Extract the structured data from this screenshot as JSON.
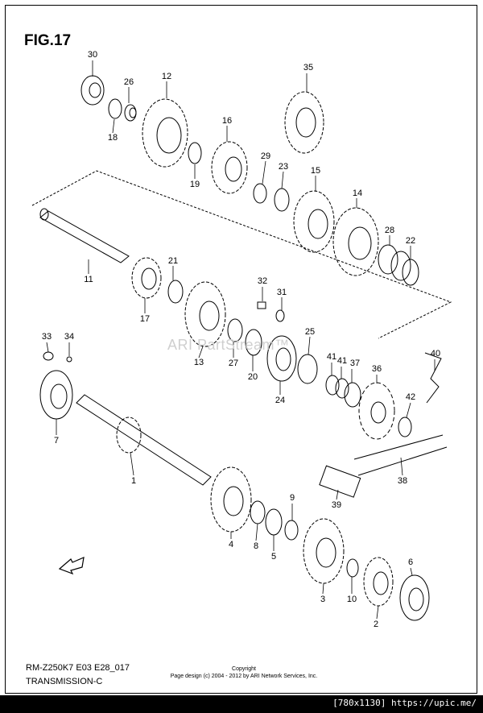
{
  "figure": {
    "title": "FIG.17"
  },
  "watermark": "ARI PartStream™",
  "footer": {
    "model": "RM-Z250K7 E03 E28_017",
    "section": "TRANSMISSION-C",
    "copyright_line1": "Copyright",
    "copyright_line2": "Page design (c) 2004 - 2012 by ARI Network Services, Inc.",
    "image_size_link": "[780x1130] https://upic.me/"
  },
  "callouts": [
    {
      "id": "30",
      "label": "30"
    },
    {
      "id": "26",
      "label": "26"
    },
    {
      "id": "12",
      "label": "12"
    },
    {
      "id": "18",
      "label": "18"
    },
    {
      "id": "35",
      "label": "35"
    },
    {
      "id": "16",
      "label": "16"
    },
    {
      "id": "19",
      "label": "19"
    },
    {
      "id": "29",
      "label": "29"
    },
    {
      "id": "23",
      "label": "23"
    },
    {
      "id": "15",
      "label": "15"
    },
    {
      "id": "14",
      "label": "14"
    },
    {
      "id": "28",
      "label": "28"
    },
    {
      "id": "22",
      "label": "22"
    },
    {
      "id": "11",
      "label": "11"
    },
    {
      "id": "21",
      "label": "21"
    },
    {
      "id": "17",
      "label": "17"
    },
    {
      "id": "32",
      "label": "32"
    },
    {
      "id": "31",
      "label": "31"
    },
    {
      "id": "25",
      "label": "25"
    },
    {
      "id": "13",
      "label": "13"
    },
    {
      "id": "27",
      "label": "27"
    },
    {
      "id": "20",
      "label": "20"
    },
    {
      "id": "24",
      "label": "24"
    },
    {
      "id": "33",
      "label": "33"
    },
    {
      "id": "34",
      "label": "34"
    },
    {
      "id": "41a",
      "label": "41"
    },
    {
      "id": "41b",
      "label": "41"
    },
    {
      "id": "37",
      "label": "37"
    },
    {
      "id": "36",
      "label": "36"
    },
    {
      "id": "40",
      "label": "40"
    },
    {
      "id": "42",
      "label": "42"
    },
    {
      "id": "7",
      "label": "7"
    },
    {
      "id": "1",
      "label": "1"
    },
    {
      "id": "38",
      "label": "38"
    },
    {
      "id": "39",
      "label": "39"
    },
    {
      "id": "9",
      "label": "9"
    },
    {
      "id": "4",
      "label": "4"
    },
    {
      "id": "8",
      "label": "8"
    },
    {
      "id": "5",
      "label": "5"
    },
    {
      "id": "6",
      "label": "6"
    },
    {
      "id": "3",
      "label": "3"
    },
    {
      "id": "10",
      "label": "10"
    },
    {
      "id": "2",
      "label": "2"
    }
  ],
  "fwd_icon": "fwd-arrow-icon"
}
